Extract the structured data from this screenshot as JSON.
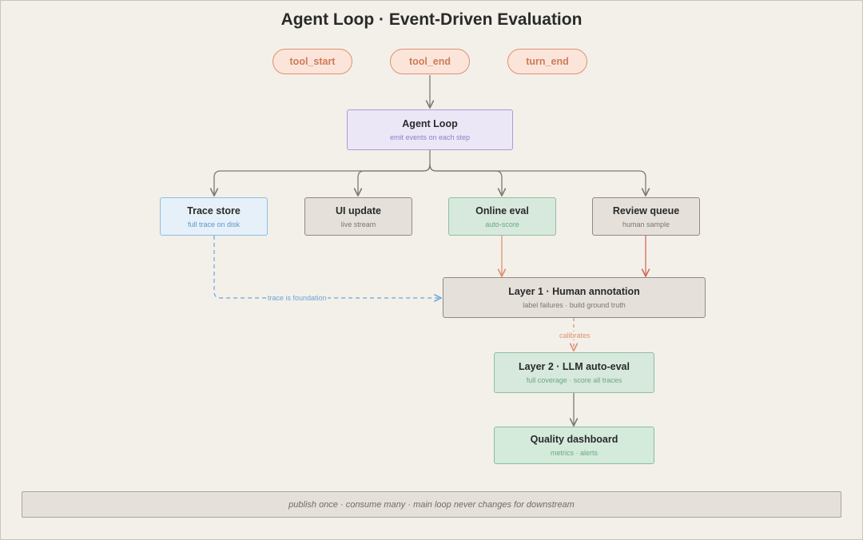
{
  "title": "Agent Loop · Event-Driven Evaluation",
  "events": [
    "tool_start",
    "tool_end",
    "turn_end"
  ],
  "agent_loop": {
    "title": "Agent Loop",
    "subtitle": "emit events on each step"
  },
  "consumers": [
    {
      "title": "Trace store",
      "subtitle": "full trace on disk"
    },
    {
      "title": "UI update",
      "subtitle": "live stream"
    },
    {
      "title": "Online eval",
      "subtitle": "auto-score"
    },
    {
      "title": "Review queue",
      "subtitle": "human sample"
    }
  ],
  "layer1": {
    "title": "Layer 1 · Human annotation",
    "subtitle": "label failures · build ground truth"
  },
  "layer2": {
    "title": "Layer 2 · LLM auto-eval",
    "subtitle": "full coverage · score all traces"
  },
  "dashboard": {
    "title": "Quality dashboard",
    "subtitle": "metrics · alerts"
  },
  "edge_labels": {
    "trace": "trace is foundation",
    "calibrates": "calibrates"
  },
  "footer": "publish once · consume many · main loop never changes for downstream",
  "colors": {
    "event": "#e0906e",
    "agent": "#a99ad6",
    "trace": "#8fbce0",
    "neutral": "#8f8b84",
    "eval": "#8ec09e",
    "arrow_online": "#e0906e",
    "arrow_review": "#d46a5a"
  }
}
